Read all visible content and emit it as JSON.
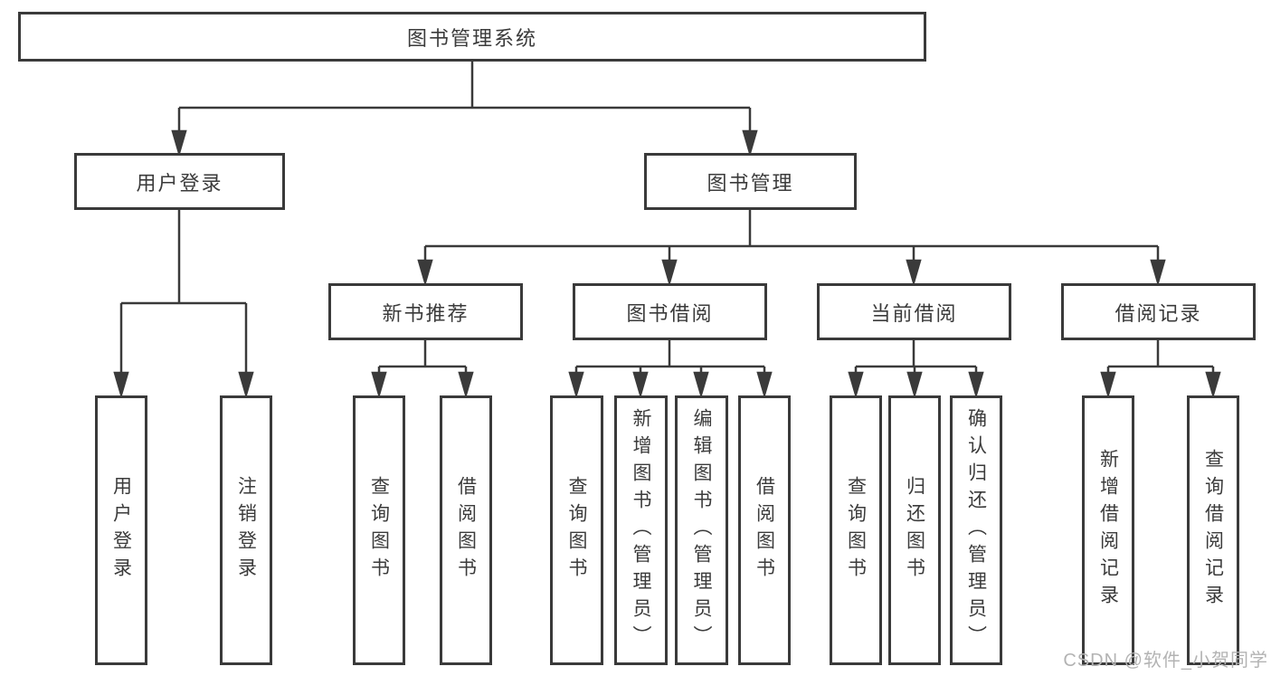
{
  "tree": {
    "label": "图书管理系统",
    "children": [
      {
        "label": "用户登录",
        "children": [
          {
            "label": "用户登录"
          },
          {
            "label": "注销登录"
          }
        ]
      },
      {
        "label": "图书管理",
        "children": [
          {
            "label": "新书推荐",
            "children": [
              {
                "label": "查询图书"
              },
              {
                "label": "借阅图书"
              }
            ]
          },
          {
            "label": "图书借阅",
            "children": [
              {
                "label": "查询图书"
              },
              {
                "label": "新增图书（管理员）"
              },
              {
                "label": "编辑图书（管理员）"
              },
              {
                "label": "借阅图书"
              }
            ]
          },
          {
            "label": "当前借阅",
            "children": [
              {
                "label": "查询图书"
              },
              {
                "label": "归还图书"
              },
              {
                "label": "确认归还（管理员）"
              }
            ]
          },
          {
            "label": "借阅记录",
            "children": [
              {
                "label": "新增借阅记录"
              },
              {
                "label": "查询借阅记录"
              }
            ]
          }
        ]
      }
    ]
  },
  "watermark": {
    "text": "CSDN @软件_小贺同学"
  },
  "colors": {
    "line": "#3a3a3a",
    "text": "#3b3b3b",
    "watermark": "#b3b3b3",
    "background": "#ffffff"
  }
}
